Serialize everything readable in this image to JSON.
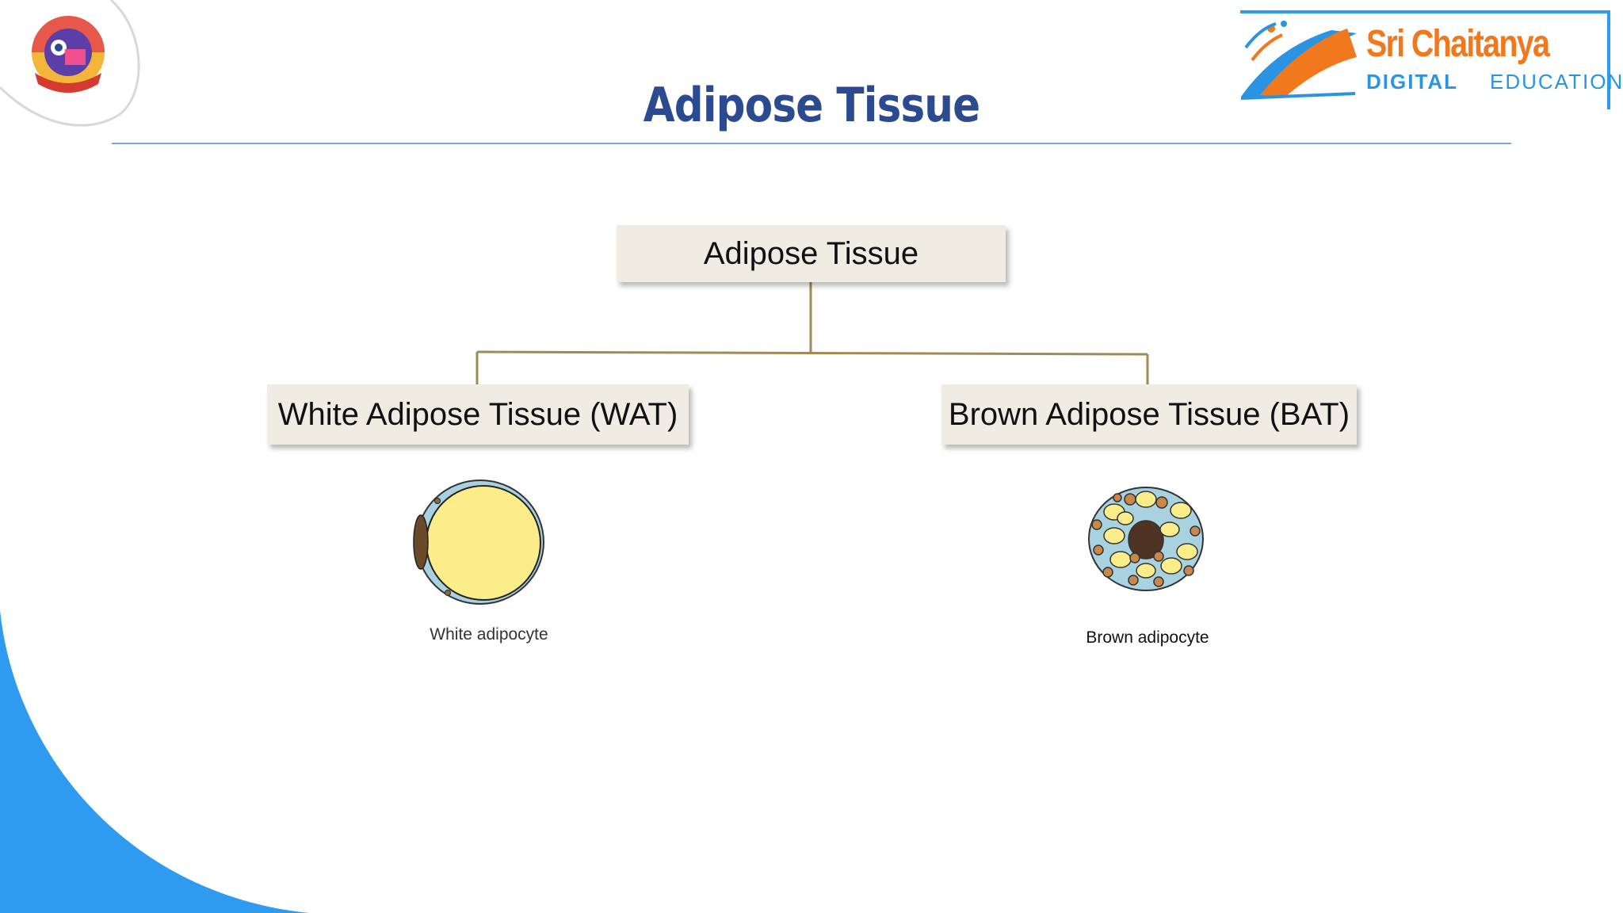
{
  "slide": {
    "title": "Adipose Tissue"
  },
  "brand": {
    "name": "Sri Chaitanya",
    "tagline_bold": "DIGITAL",
    "tagline_light": "EDUCATION"
  },
  "diagram": {
    "root": "Adipose Tissue",
    "children": [
      {
        "label": "White Adipose Tissue (WAT)",
        "caption": "White adipocyte"
      },
      {
        "label": "Brown Adipose Tissue (BAT)",
        "caption": "Brown adipocyte"
      }
    ]
  },
  "colors": {
    "title": "#2b4a8f",
    "node_fill": "#efece3",
    "connector": "#a08a55",
    "accent_blue": "#2f9bf0",
    "brand_orange": "#f2781e"
  }
}
